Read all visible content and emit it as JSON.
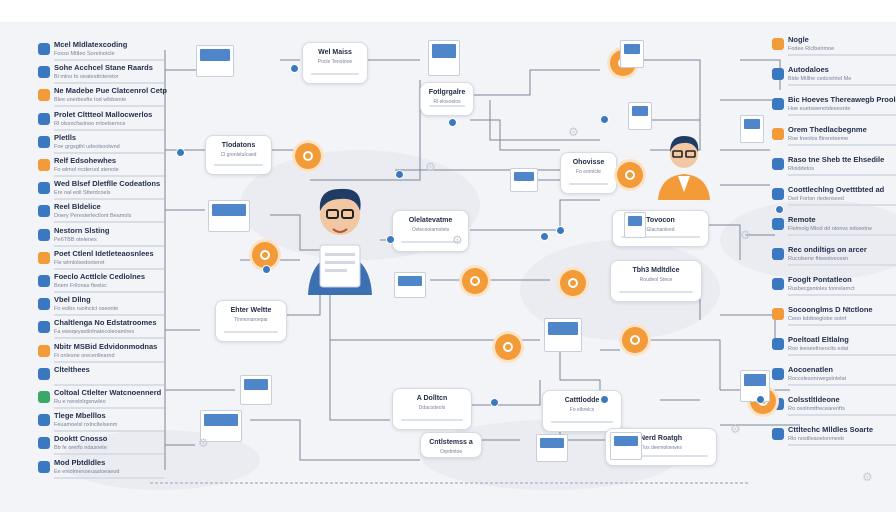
{
  "left_list": [
    {
      "title": "Mcel Mldlatexcoding",
      "sub": "Foxso Mttleo Sorelnotcle",
      "color": "#3a78c2"
    },
    {
      "title": "Sohe Acchcel Stane Raards",
      "sub": "Bl mlno fo oeatesttnteretor",
      "color": "#3a78c2"
    },
    {
      "title": "Ne Madebe Pue Clatcenrol Cetp",
      "sub": "Blee unerbesfte tod wlldosnte",
      "color": "#f29b38"
    },
    {
      "title": "Prolet Clttteol Mallocwerlos",
      "sub": "Rl olsxocfaslnoo rnloelsernce",
      "color": "#3a78c2"
    },
    {
      "title": "Pletlls",
      "sub": "Foe grgsgthl udeolsoolwnd",
      "color": "#3a78c2"
    },
    {
      "title": "Relf  Edsohewhes",
      "sub": "Fo wlmol rrcderuol stenote",
      "color": "#f29b38"
    },
    {
      "title": "Wed Blsef Dletflle Codeatlons",
      "sub": "Ere nal eoll Stterdcoels",
      "color": "#3a78c2"
    },
    {
      "title": "Reel Bldelice",
      "sub": "Doery Peresterlectlont Beamols",
      "color": "#3a78c2"
    },
    {
      "title": "Nestorn Slsting",
      "sub": "Pe6TBB otelenes",
      "color": "#3a78c2"
    },
    {
      "title": "Poet Ctlenl Idetleteaosnlees",
      "sub": "Fle wlmlolsedonteret",
      "color": "#f29b38"
    },
    {
      "title": "Foeclo Acttlcle Cedlolnes",
      "sub": "Bnem Frllonas fteelsc",
      "color": "#3a78c2"
    },
    {
      "title": "Vbel Dllng",
      "sub": "Fo eolbs ruolnctcl oseonte",
      "color": "#3a78c2"
    },
    {
      "title": "Chaltlenga No Edstatroomes",
      "sub": "Fa ewsqeyaxtlotnatecoleoamlres",
      "color": "#3a78c2"
    },
    {
      "title": "Nbitr MSBid Edvidonmodnas",
      "sub": "Ft onlesne orecenllearnd",
      "color": "#f29b38"
    },
    {
      "title": "Cltelthees",
      "sub": "",
      "color": "#3a78c2"
    },
    {
      "title": "Coltoal Ctlelter Watcnoennerd",
      "sub": "Ru e nerelnlrgsnwleo",
      "color": "#3ba86a"
    },
    {
      "title": "Tlege Mbelllos",
      "sub": "Feuamoelsl nxlncltelsenm",
      "color": "#3a78c2"
    },
    {
      "title": "Dooktt Cnosso",
      "sub": "Bb fe orerfo ndasnete",
      "color": "#3a78c2"
    },
    {
      "title": "Mod Pbtdldles",
      "sub": "Ee eniolmenoeuastoeaeod",
      "color": "#3a78c2"
    }
  ],
  "right_list": [
    {
      "title": "Nogle",
      "sub": "Fodee Rlclbelrmoe",
      "color": "#f29b38"
    },
    {
      "title": "Autodaloes",
      "sub": "Blde Mtllhe cedcrehtel Me",
      "color": "#3a78c2"
    },
    {
      "title": "Bic Hoeves Thereawegb Proolet",
      "sub": "Hoe euetswenotdeeesnte",
      "color": "#3a78c2"
    },
    {
      "title": "Orem Thedlacbegnme",
      "sub": "Roe Ineolos fltrereteeme",
      "color": "#f29b38"
    },
    {
      "title": "Raso tne Sheb tte Ehsedile",
      "sub": "Rlolddetos",
      "color": "#3a78c2"
    },
    {
      "title": "Coottlechlng Ovetttbted ad",
      "sub": "Ded Fortsn rledenseed",
      "color": "#3a78c2"
    },
    {
      "title": "Remote",
      "sub": "Flelmolg Mtod dd otonvs edosetne",
      "color": "#3a78c2"
    },
    {
      "title": "Rec ondiltigs on arcer",
      "sub": "Rucolsene ftteeotvecesn",
      "color": "#3a78c2"
    },
    {
      "title": "Fooglt  Pontatleon",
      "sub": "Rusbecgsntoles tonrelarnct",
      "color": "#3a78c2"
    },
    {
      "title": "Socoonglms D Ntctlone",
      "sub": "Ceoo kddtoeglobe sotnf",
      "color": "#f29b38"
    },
    {
      "title": "Poeltoatl  Eltlalng",
      "sub": "Roo leeseeltneoclts edat",
      "color": "#3a78c2"
    },
    {
      "title": "Aocoenatlen",
      "sub": "Roccolesonrwegstnlelat",
      "color": "#3a78c2"
    },
    {
      "title": "Colsstltldeone",
      "sub": "Ro ceolnmtfrecearenfts",
      "color": "#3a78c2"
    },
    {
      "title": "Cttltechc Mlldles Soarte",
      "sub": "Rlo nostlleaoelonmeeb",
      "color": "#3a78c2"
    }
  ],
  "cards": [
    {
      "title": "Wel Maiss",
      "sub": "Pocle Tenotnoe"
    },
    {
      "title": "Fotlgrgalre",
      "sub": "Rl elosoelos"
    },
    {
      "title": "Tlodatons",
      "sub": "Cl gronlstulcaed"
    },
    {
      "title": "Ohovisse",
      "sub": "Fo eornlcte"
    },
    {
      "title": "Olelatevatme",
      "sub": "Ovlecooiarnolets"
    },
    {
      "title": "Tovocon",
      "sub": "Glacnaoleed"
    },
    {
      "title": "Tbh3 Mdltdlce",
      "sub": "Roudeol Stece"
    },
    {
      "title": "Ehter Weltte",
      "sub": "Tlnmonaroepar"
    },
    {
      "title": "A Dolltcn",
      "sub": "Ddacodeols"
    },
    {
      "title": "Catttlodde",
      "sub": "Fo elbrelcs"
    },
    {
      "title": "Cntlstemss a",
      "sub": "Orpdmtoe"
    },
    {
      "title": "Nerd Roatgh",
      "sub": "Tlos deemoloewes"
    }
  ]
}
